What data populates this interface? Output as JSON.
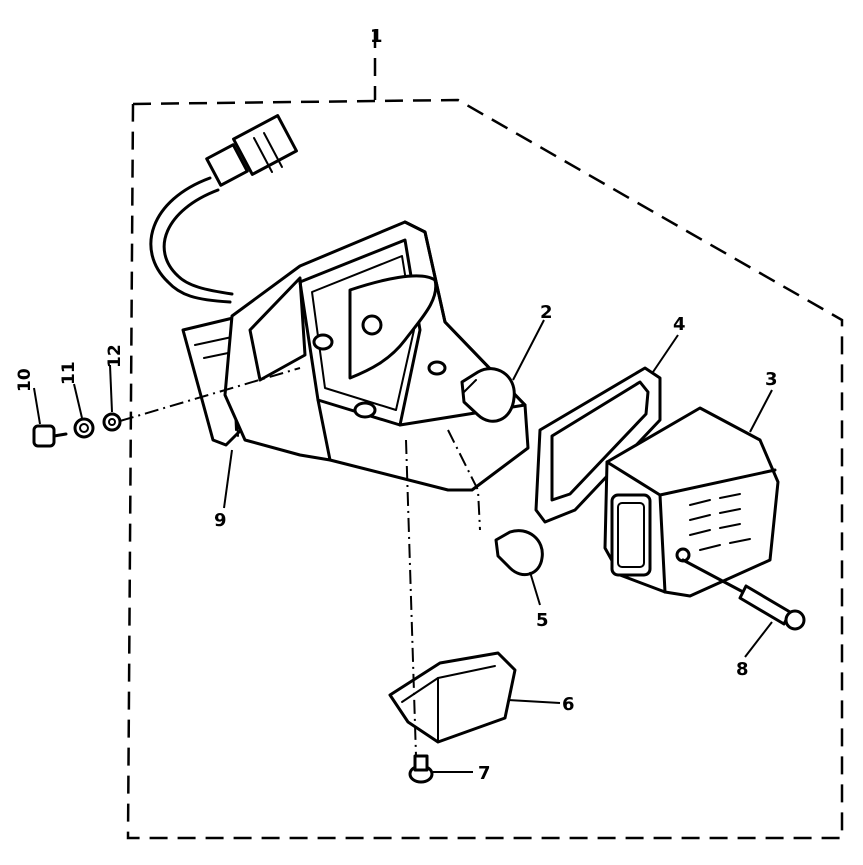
{
  "callouts": {
    "ref_1": "1",
    "ref_2": "2",
    "ref_3": "3",
    "ref_4": "4",
    "ref_5": "5",
    "ref_6": "6",
    "ref_7": "7",
    "ref_8": "8",
    "ref_9": "9",
    "ref_10": "10",
    "ref_11": "11",
    "ref_12": "12"
  }
}
